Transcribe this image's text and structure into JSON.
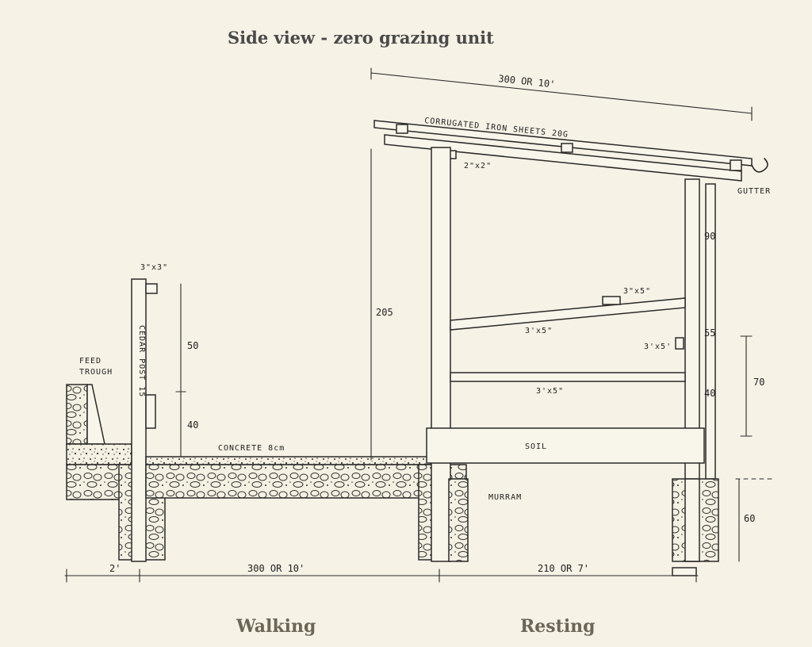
{
  "title": "Side view - zero grazing unit",
  "sections": {
    "walking": "Walking",
    "resting": "Resting"
  },
  "labels": {
    "corrugated": "CORRUGATED IRON SHEETS 20G",
    "rafter": "2\"x2\"",
    "gutter": "GUTTER",
    "post_top": "3\"x3\"",
    "feed_trough": "FEED TROUGH",
    "cedar_post": "CEDAR POST 15",
    "concrete": "CONCRETE 8cm",
    "soil": "SOIL",
    "murram": "MURRAM",
    "rail_upper_top": "3\"x5\"",
    "rail_upper": "3'x5\"",
    "rail_side": "3'x5'",
    "rail_lower": "3'x5\""
  },
  "dimensions": {
    "roof_length": "300 OR 10'",
    "post_50": "50",
    "post_40": "40",
    "height_205": "205",
    "right_90": "90",
    "right_55": "55",
    "right_40": "40",
    "right_70": "70",
    "footing_60": "60",
    "base_2ft": "2'",
    "walking_width": "300 OR 10'",
    "resting_width": "210 OR 7'"
  }
}
